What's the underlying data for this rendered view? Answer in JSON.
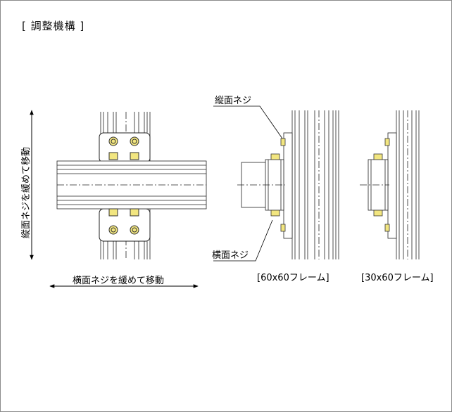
{
  "title": "[ 調整機構 ]",
  "labels": {
    "vertical_move": "縦面ネジを緩めて移動",
    "horizontal_move": "横面ネジを緩めて移動",
    "vertical_screw": "縦面ネジ",
    "horizontal_screw": "横面ネジ",
    "frame_60": "[60x60フレーム]",
    "frame_30": "[30x60フレーム]"
  },
  "colors": {
    "line": "#222222",
    "bolt": "#f2e680",
    "grid": "#888888"
  }
}
